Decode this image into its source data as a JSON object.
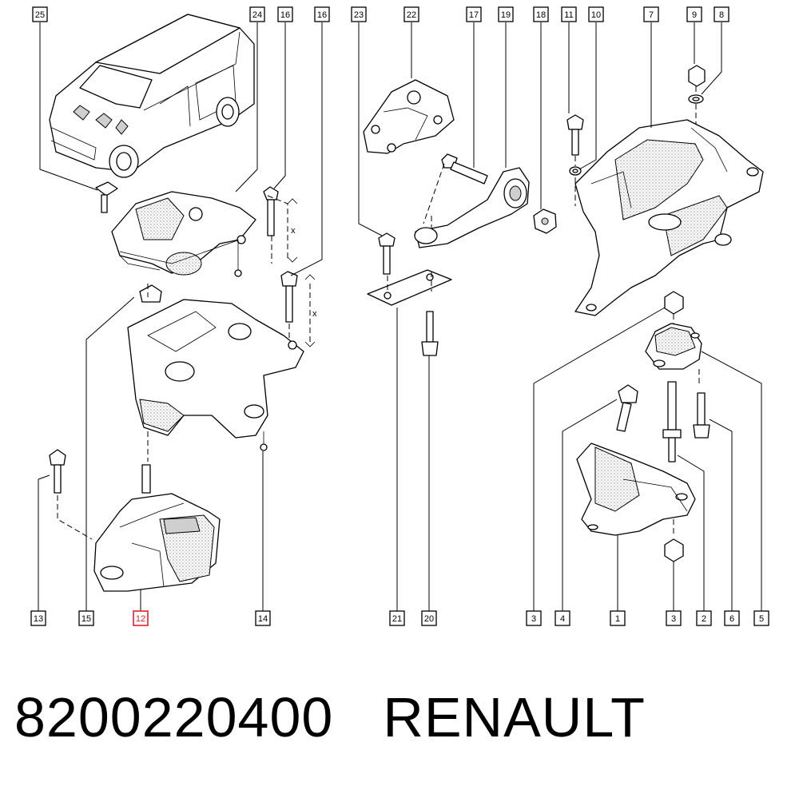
{
  "callouts_top": [
    "25",
    "24",
    "16",
    "16",
    "23",
    "22",
    "17",
    "19",
    "18",
    "11",
    "10",
    "7",
    "9",
    "8"
  ],
  "callouts_bottom": [
    "13",
    "15",
    "12",
    "14",
    "21",
    "20",
    "3",
    "4",
    "1",
    "3",
    "2",
    "6",
    "5"
  ],
  "highlighted_callout": "12",
  "dimension_marks": [
    "x",
    "x"
  ],
  "footer": {
    "part_number": "8200220400",
    "brand": "RENAULT"
  },
  "colors": {
    "highlight": "#e0242e",
    "line": "#000000",
    "background": "#ffffff"
  }
}
